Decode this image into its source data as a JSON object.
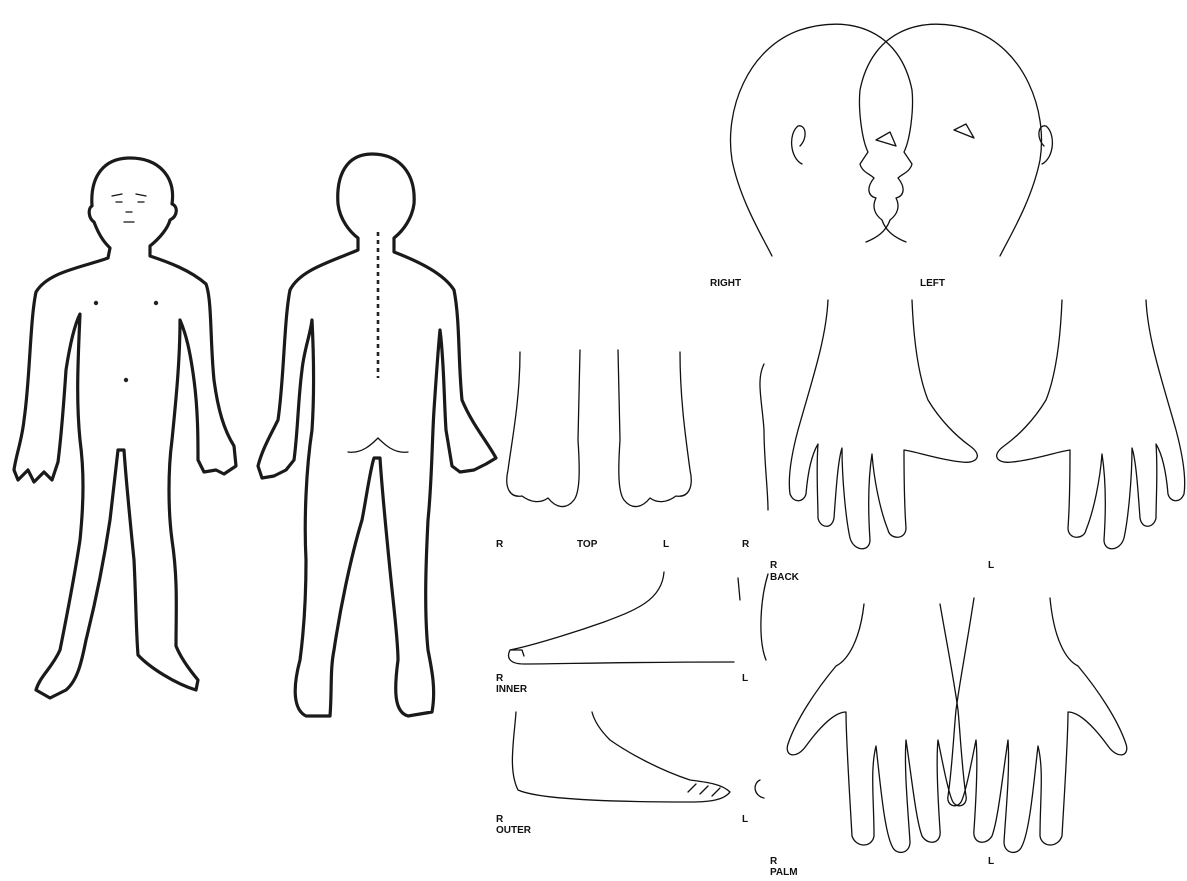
{
  "labels": {
    "face_right": "RIGHT",
    "face_left": "LEFT",
    "feet_top_r": "R",
    "feet_top_title": "TOP",
    "feet_top_l": "L",
    "cut_r": "R",
    "inner_r": "R",
    "inner_title": "INNER",
    "inner_l": "L",
    "outer_r": "R",
    "outer_title": "OUTER",
    "outer_l": "L",
    "back_r": "R",
    "back_title": "BACK",
    "back_l": "L",
    "palm_r": "R",
    "palm_title": "PALM",
    "palm_l": "L"
  }
}
